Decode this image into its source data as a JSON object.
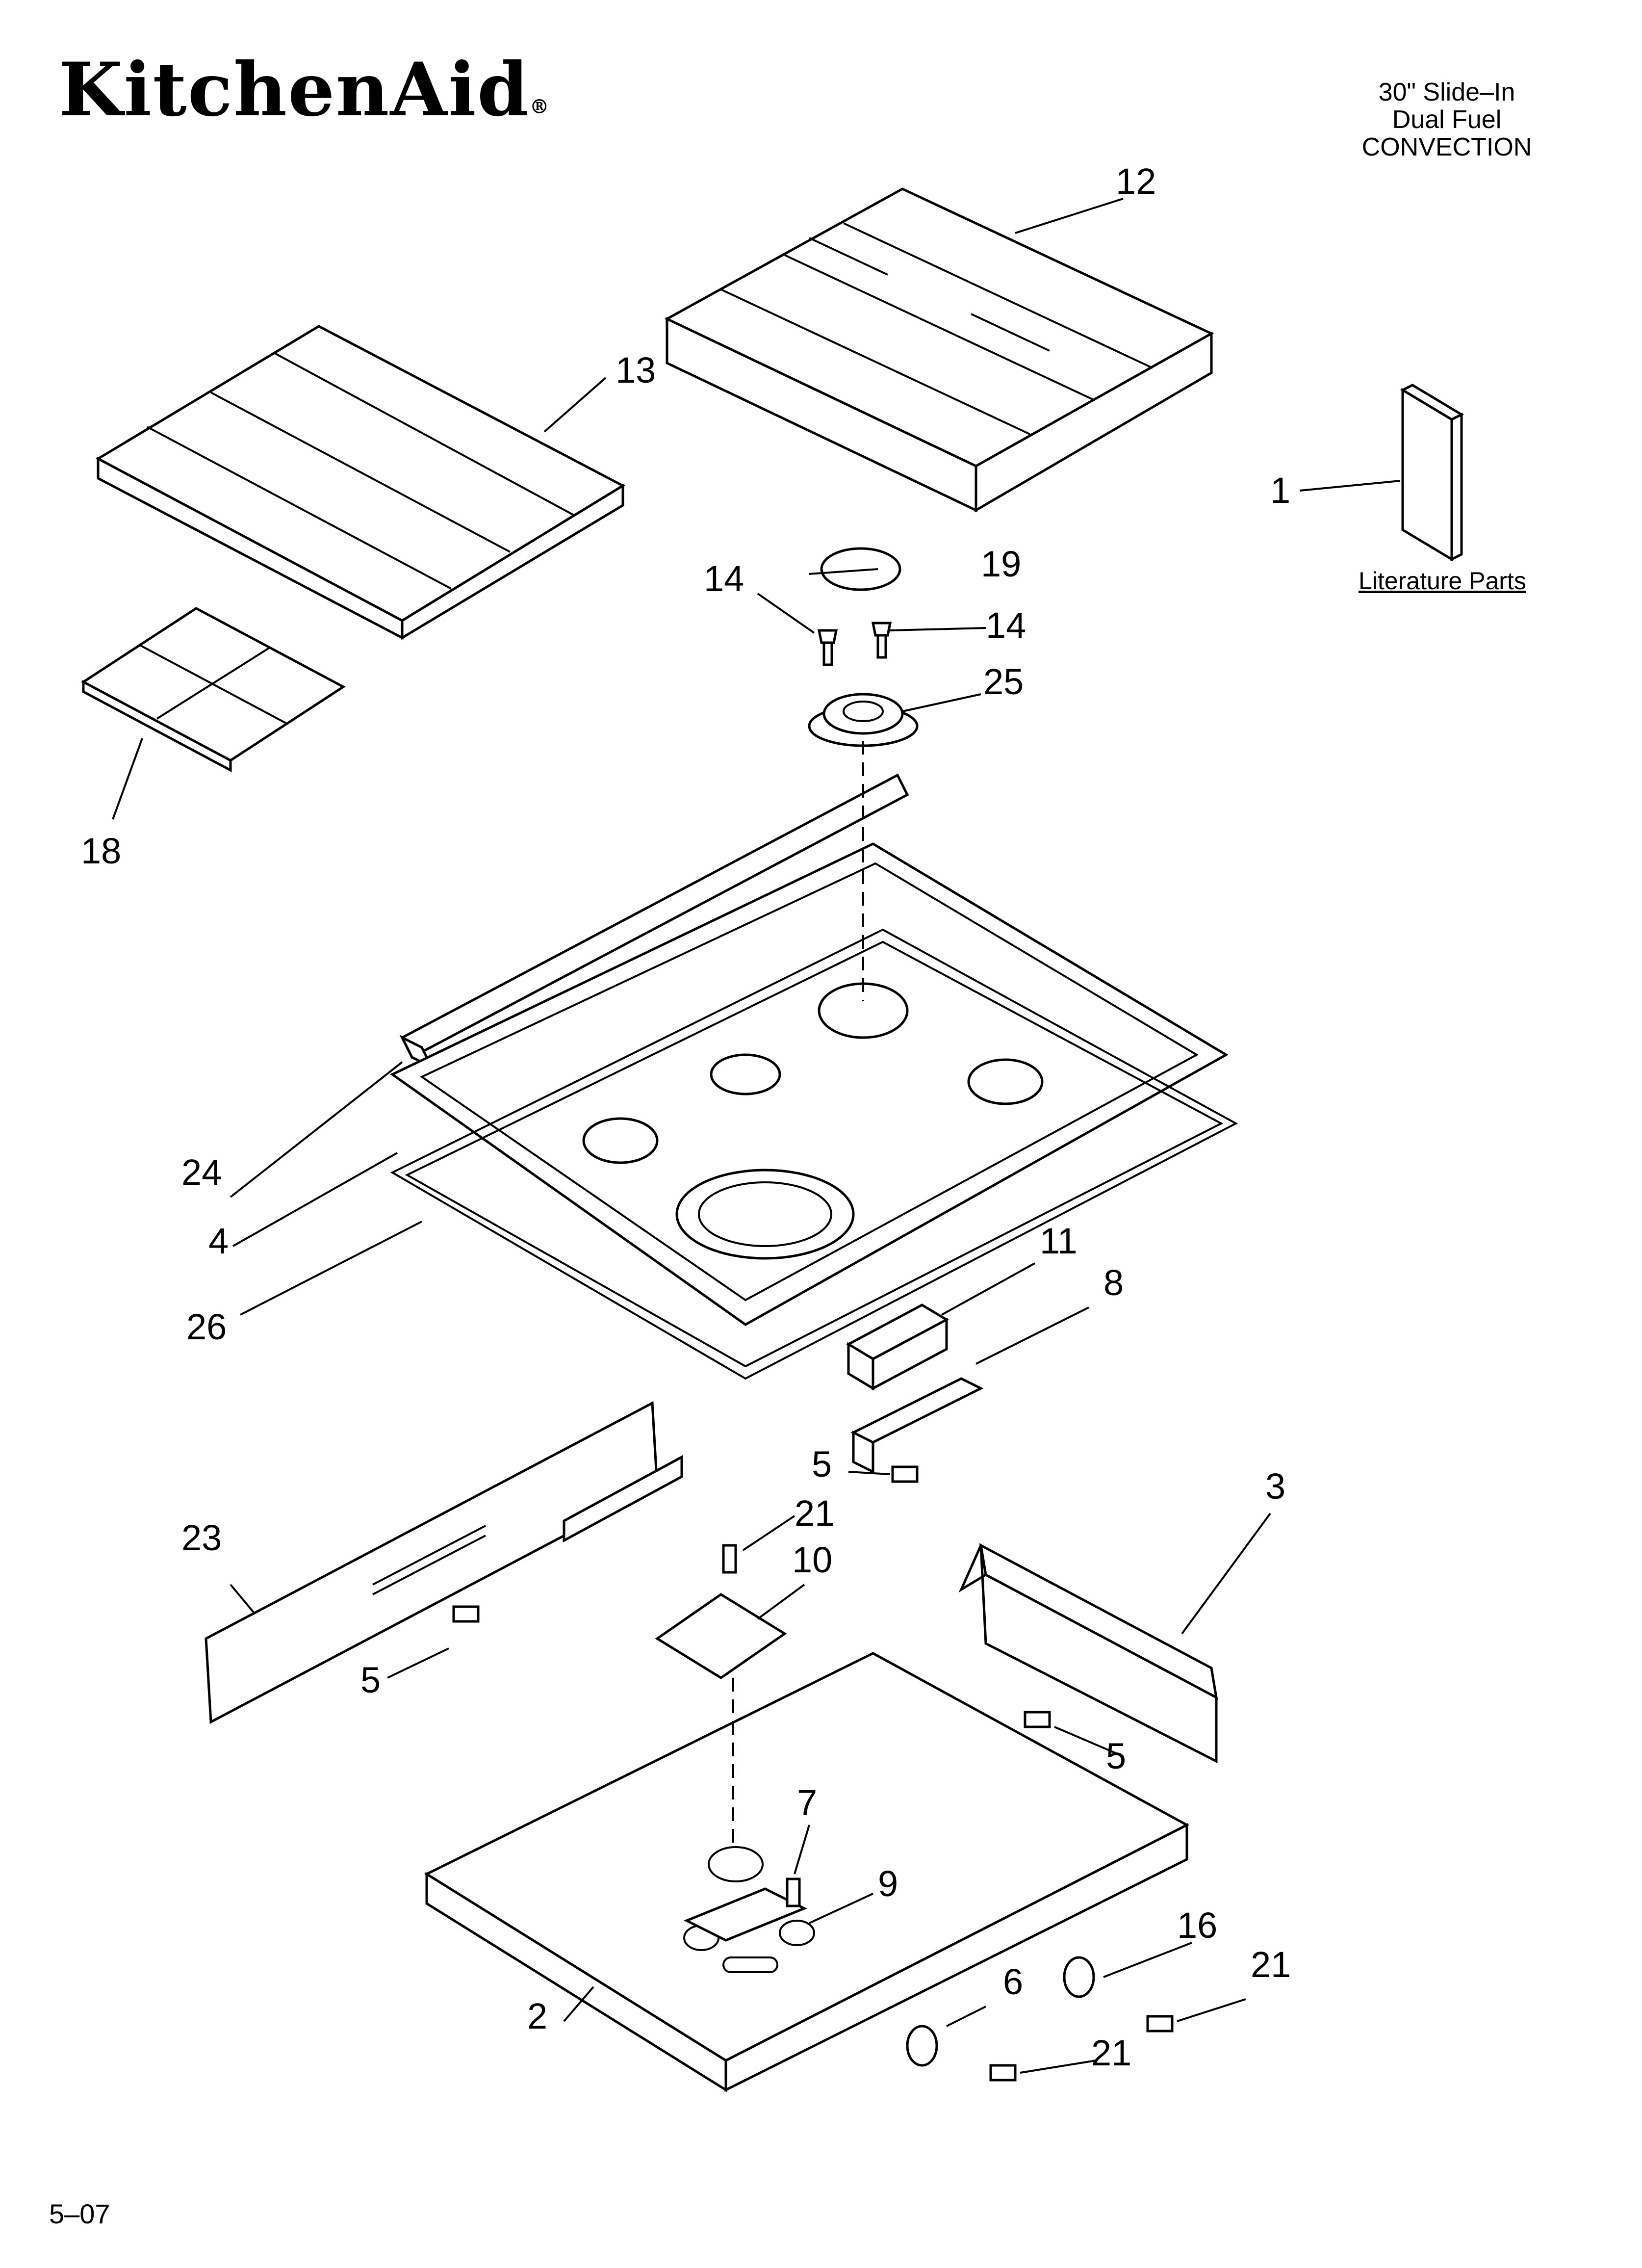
{
  "brand": {
    "name": "KitchenAid",
    "registered_mark": "®"
  },
  "model": {
    "line1": "30\" Slide–In",
    "line2": "Dual Fuel",
    "line3": "CONVECTION"
  },
  "literature": {
    "label": "Literature Parts"
  },
  "footer": {
    "date_code": "5–07"
  },
  "callouts": {
    "c1": "1",
    "c2": "2",
    "c3": "3",
    "c4": "4",
    "c5a": "5",
    "c5b": "5",
    "c5c": "5",
    "c6": "6",
    "c7": "7",
    "c8": "8",
    "c9": "9",
    "c10": "10",
    "c11": "11",
    "c12": "12",
    "c13": "13",
    "c14a": "14",
    "c14b": "14",
    "c16": "16",
    "c18": "18",
    "c19": "19",
    "c21a": "21",
    "c21b": "21",
    "c21c": "21",
    "c23": "23",
    "c24": "24",
    "c25": "25",
    "c26": "26"
  }
}
